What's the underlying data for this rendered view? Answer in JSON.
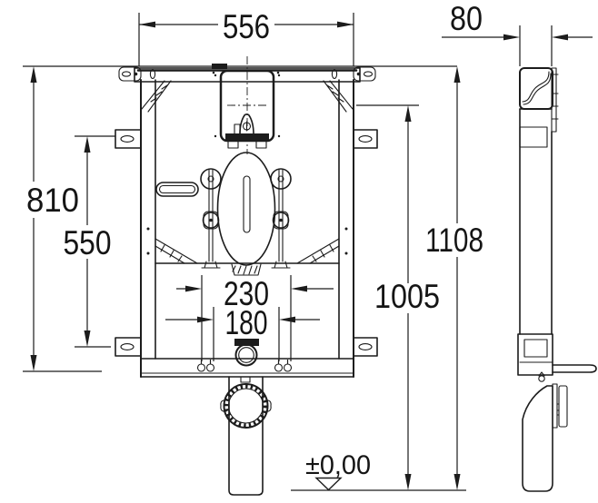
{
  "drawing": {
    "type": "technical-dimension-drawing",
    "subject": "Concealed WC cistern installation frame, front and side views",
    "dimensions": {
      "frame_width": "556",
      "frame_depth": "80",
      "frame_height": "810",
      "wall_bracket_spacing": "550",
      "bolt_spacing_outer": "230",
      "bolt_spacing_inner": "180",
      "overall_height": "1108",
      "flush_height": "1005",
      "floor_level": "±0,00"
    }
  }
}
